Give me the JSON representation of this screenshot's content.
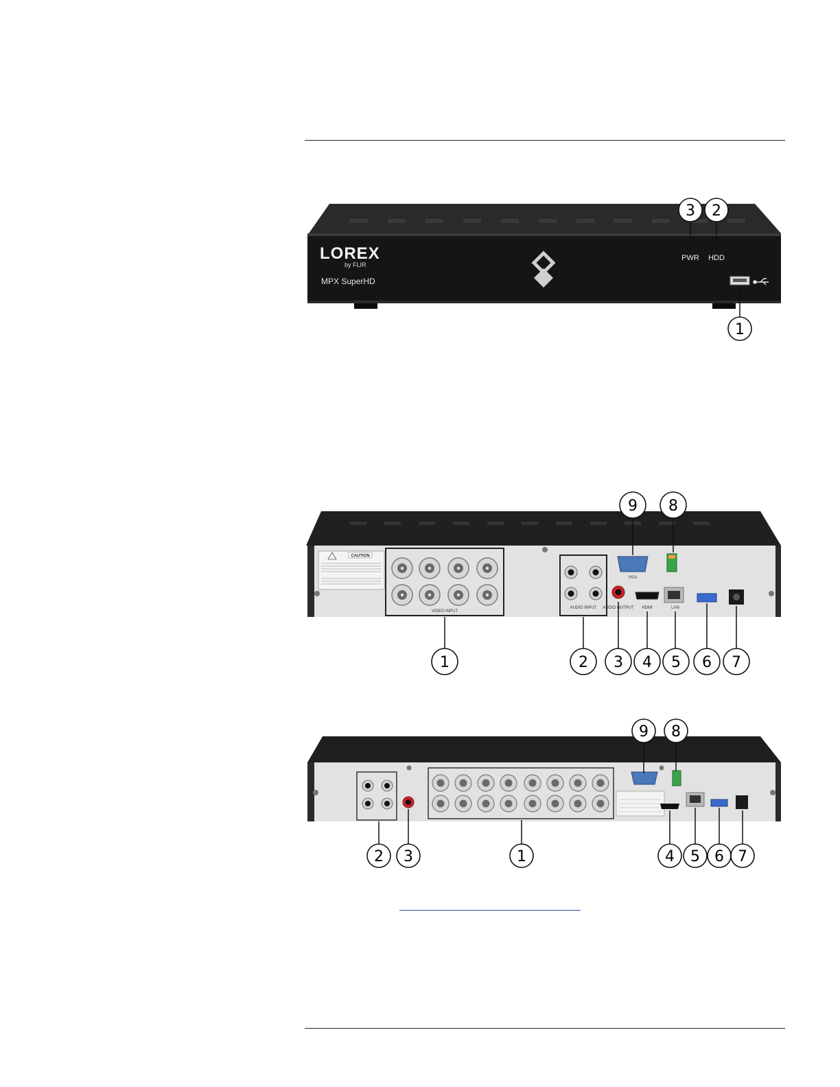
{
  "front": {
    "brand": "LOREX",
    "brand_sub": "by FLIR",
    "model": "MPX SuperHD",
    "led_labels": [
      "PWR",
      "HDD"
    ],
    "callouts": [
      "3",
      "2",
      "1"
    ]
  },
  "rear_8ch": {
    "caution": "CAUTION",
    "port_labels": [
      "VIDEO INPUT",
      "AUDIO INPUT",
      "AUDIO OUTPUT",
      "HDMI",
      "LAN",
      "VGA"
    ],
    "callouts": [
      "9",
      "8",
      "1",
      "2",
      "3",
      "4",
      "5",
      "6",
      "7"
    ]
  },
  "rear_16ch": {
    "callouts": [
      "9",
      "8",
      "2",
      "3",
      "1",
      "4",
      "5",
      "6",
      "7"
    ]
  }
}
